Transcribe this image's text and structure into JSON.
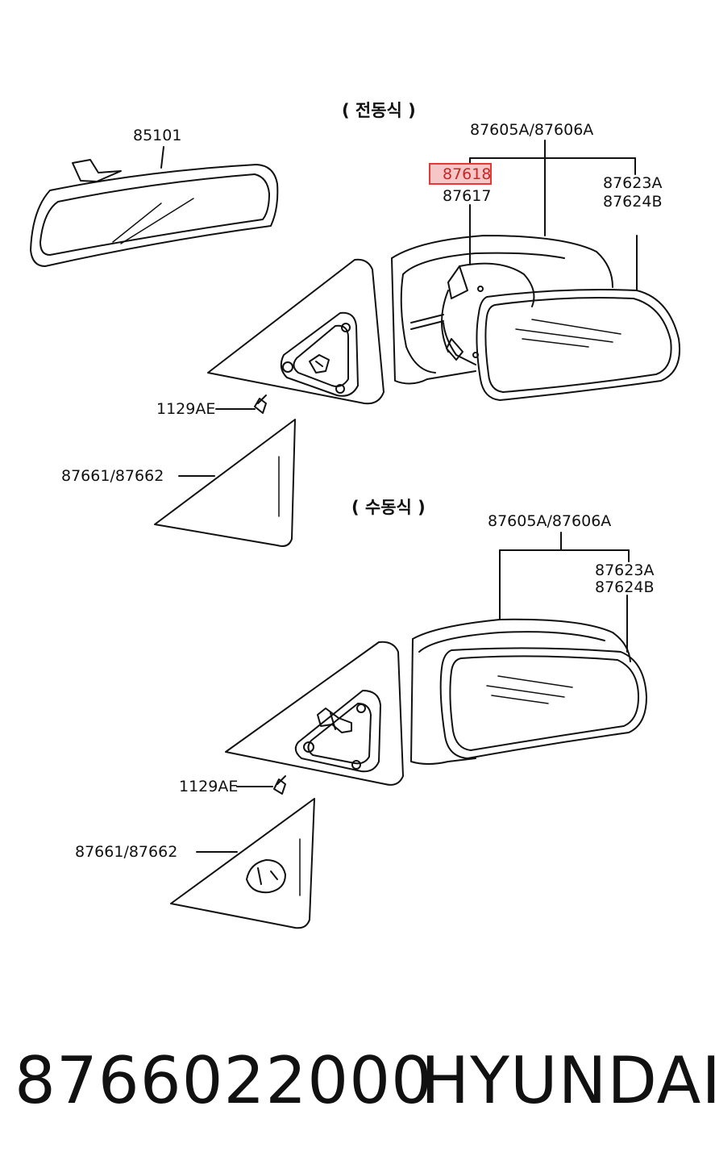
{
  "sections": {
    "electric_title": "( 전동식 )",
    "manual_title": "( 수동식 )"
  },
  "electric": {
    "inside_mirror": "85101",
    "mirror_assy": "87605A/87606A",
    "actuator_highlighted": "87618",
    "actuator": "87617",
    "glass_line1": "87623A",
    "glass_line2": "87624B",
    "screw": "1129AE",
    "cover": "87661/87662"
  },
  "manual": {
    "mirror_assy": "87605A/87606A",
    "glass_line1": "87623A",
    "glass_line2": "87624B",
    "screw": "1129AE",
    "cover": "87661/87662"
  },
  "footer": {
    "part_number": "8766022000",
    "brand": "HYUNDAI"
  },
  "colors": {
    "line": "#111111",
    "highlight_fill": "#f7c6c6",
    "highlight_border": "#e53935"
  }
}
